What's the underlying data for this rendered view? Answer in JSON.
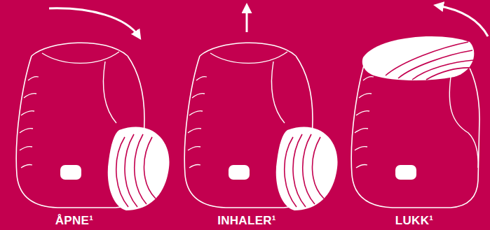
{
  "diagram": {
    "labels": [
      "ÅPNE¹",
      "INHALER¹",
      "LUKK¹"
    ]
  }
}
